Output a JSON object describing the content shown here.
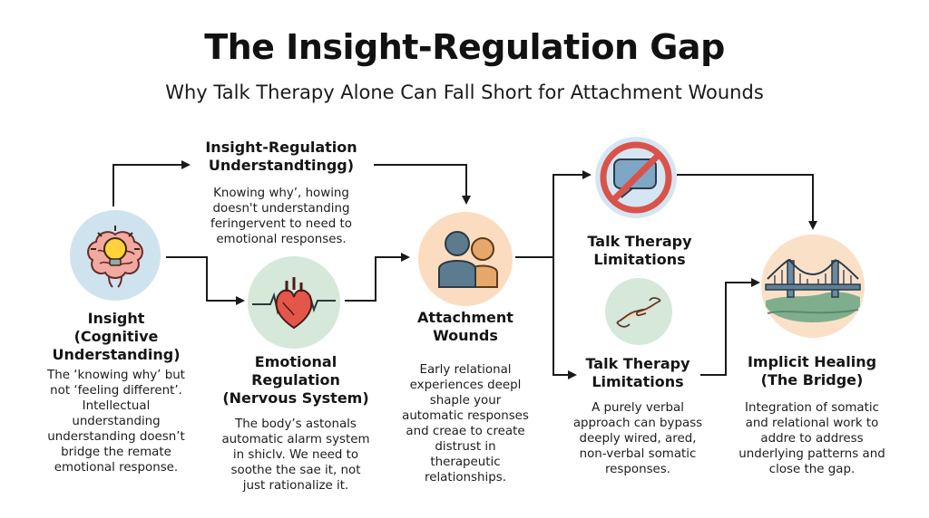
{
  "header": {
    "title": "The Insight-Regulation Gap",
    "subtitle": "Why Talk Therapy Alone Can Fall Short for Attachment Wounds"
  },
  "nodes": {
    "insight": {
      "heading": "Insight\n(Cognitive\nUnderstanding)",
      "body": "The ‘knowing why’ but\nnot ‘feeling different’.\nIntellectual\nunderstanding\nunderstanding doesn’t\nbridge the remate\nemotional response.",
      "icon": "brain-lightbulb-icon"
    },
    "gap_label": {
      "heading": "Insight-Regulation\nUnderstandtingg)",
      "body": "Knowing why’, howing\ndoesn't understanding\nferingervent to need to\nemotional responses."
    },
    "emotional_regulation": {
      "heading": "Emotional\nRegulation\n(Nervous System)",
      "body": "The body’s astonals\nautomatic alarm system\nin shiclv. We need to\nsoothe the sae it, not\njust rationalize it.",
      "icon": "heart-pulse-icon"
    },
    "attachment_wounds": {
      "heading": "Attachment\nWounds",
      "body": "Early relational\nexperiences deepl\nshaple your\nautomatic responses\nand creae to create\ndistrust in\ntherapeutic\nrelationships.",
      "icon": "two-people-icon"
    },
    "talk_limit_top": {
      "heading": "Talk Therapy\nLimitations",
      "icon": "no-talking-icon"
    },
    "talk_limit_bottom": {
      "heading": "Talk Therapy\nLimitations",
      "body": "A purely verbal\napproach can bypass\ndeeply wired, ared,\nnon-verbal somatic\nresponses.",
      "icon": "helping-hands-icon"
    },
    "implicit_healing": {
      "heading": "Implicit Healing\n(The Bridge)",
      "body": "Integration of somatic\nand relational work to\naddre  to address\nunderlying patterns and\nclose the gap.",
      "icon": "bridge-icon"
    }
  }
}
